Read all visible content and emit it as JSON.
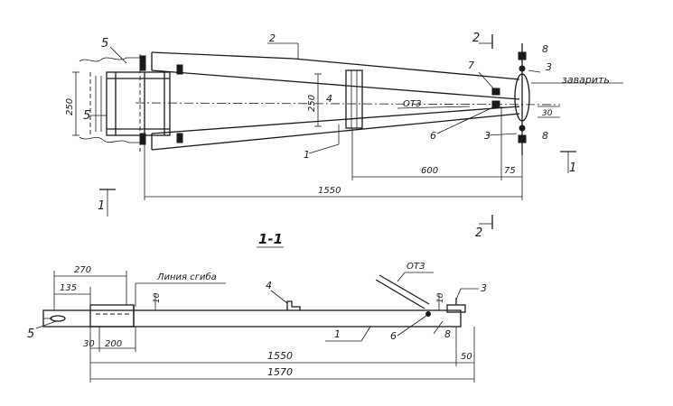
{
  "plan_view": {
    "labels": {
      "part_1": "1",
      "part_2": "2",
      "part_3": "3",
      "part_3b": "3",
      "part_4": "4",
      "part_5_top": "5",
      "part_5_left": "5",
      "part_6": "6",
      "part_7": "7",
      "part_8_top": "8",
      "part_8_bottom": "8",
      "hole": "ОТЗ",
      "weld": "заварить"
    },
    "dims": {
      "width_left": "250",
      "width_mid": "250",
      "d600": "600",
      "d75": "75",
      "d1550": "1550",
      "d30": "30"
    },
    "section_marks": {
      "top_right": "2",
      "bottom_right": "2",
      "left": "1",
      "right": "1"
    }
  },
  "section_view": {
    "title": "1-1",
    "labels": {
      "bend_line": "Линия сгиба",
      "hole": "ОТЗ",
      "part_1": "1",
      "part_3": "3",
      "part_4": "4",
      "part_5": "5",
      "part_6": "6",
      "part_8": "8"
    },
    "dims": {
      "d270": "270",
      "d135": "135",
      "d30": "30",
      "d200": "200",
      "d1550": "1550",
      "d1570": "1570",
      "d50": "50",
      "d10a": "10",
      "d10b": "10"
    }
  }
}
